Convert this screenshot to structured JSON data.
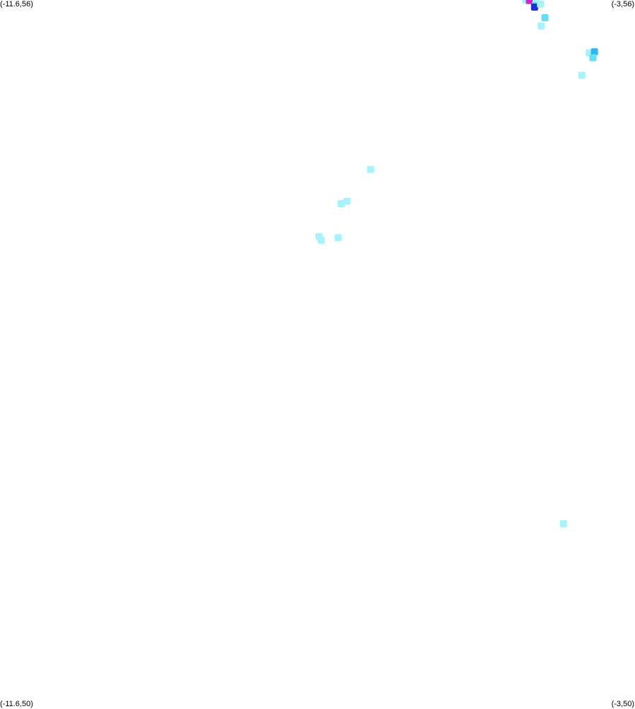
{
  "corners": {
    "top_left": "(-11.6,56)",
    "top_right": "(-3,56)",
    "bottom_left": "(-11.6,50)",
    "bottom_right": "(-3,50)"
  },
  "colors": {
    "background": "#ffffff",
    "level_1": "#a5f3fb",
    "level_2": "#62e0f5",
    "level_3": "#2fb6ec",
    "level_4": "#1a6fe6",
    "level_5": "#1e2fd8",
    "level_6": "#d81ecf"
  },
  "chart_data": {
    "type": "heatmap",
    "x_range": [
      -11.6,
      -3
    ],
    "y_range": [
      50,
      56
    ],
    "cells": [
      {
        "lon": -4.48,
        "lat": 56.0,
        "level": 1
      },
      {
        "lon": -4.37,
        "lat": 56.0,
        "level": 1
      },
      {
        "lon": -4.43,
        "lat": 55.995,
        "level": 6
      },
      {
        "lon": -4.34,
        "lat": 55.98,
        "level": 1
      },
      {
        "lon": -4.35,
        "lat": 55.955,
        "level": 2
      },
      {
        "lon": -4.36,
        "lat": 55.94,
        "level": 5
      },
      {
        "lon": -4.28,
        "lat": 55.965,
        "level": 1
      },
      {
        "lon": -4.22,
        "lat": 55.85,
        "level": 2
      },
      {
        "lon": -4.27,
        "lat": 55.78,
        "level": 1
      },
      {
        "lon": -3.62,
        "lat": 55.55,
        "level": 1
      },
      {
        "lon": -3.55,
        "lat": 55.56,
        "level": 3
      },
      {
        "lon": -3.57,
        "lat": 55.51,
        "level": 2
      },
      {
        "lon": -3.72,
        "lat": 55.36,
        "level": 1
      },
      {
        "lon": -6.58,
        "lat": 54.56,
        "level": 1
      },
      {
        "lon": -6.9,
        "lat": 54.29,
        "level": 1
      },
      {
        "lon": -6.98,
        "lat": 54.27,
        "level": 1
      },
      {
        "lon": -7.28,
        "lat": 53.99,
        "level": 1
      },
      {
        "lon": -7.25,
        "lat": 53.96,
        "level": 1
      },
      {
        "lon": -7.02,
        "lat": 53.98,
        "level": 1
      },
      {
        "lon": -3.97,
        "lat": 51.55,
        "level": 1
      }
    ]
  }
}
